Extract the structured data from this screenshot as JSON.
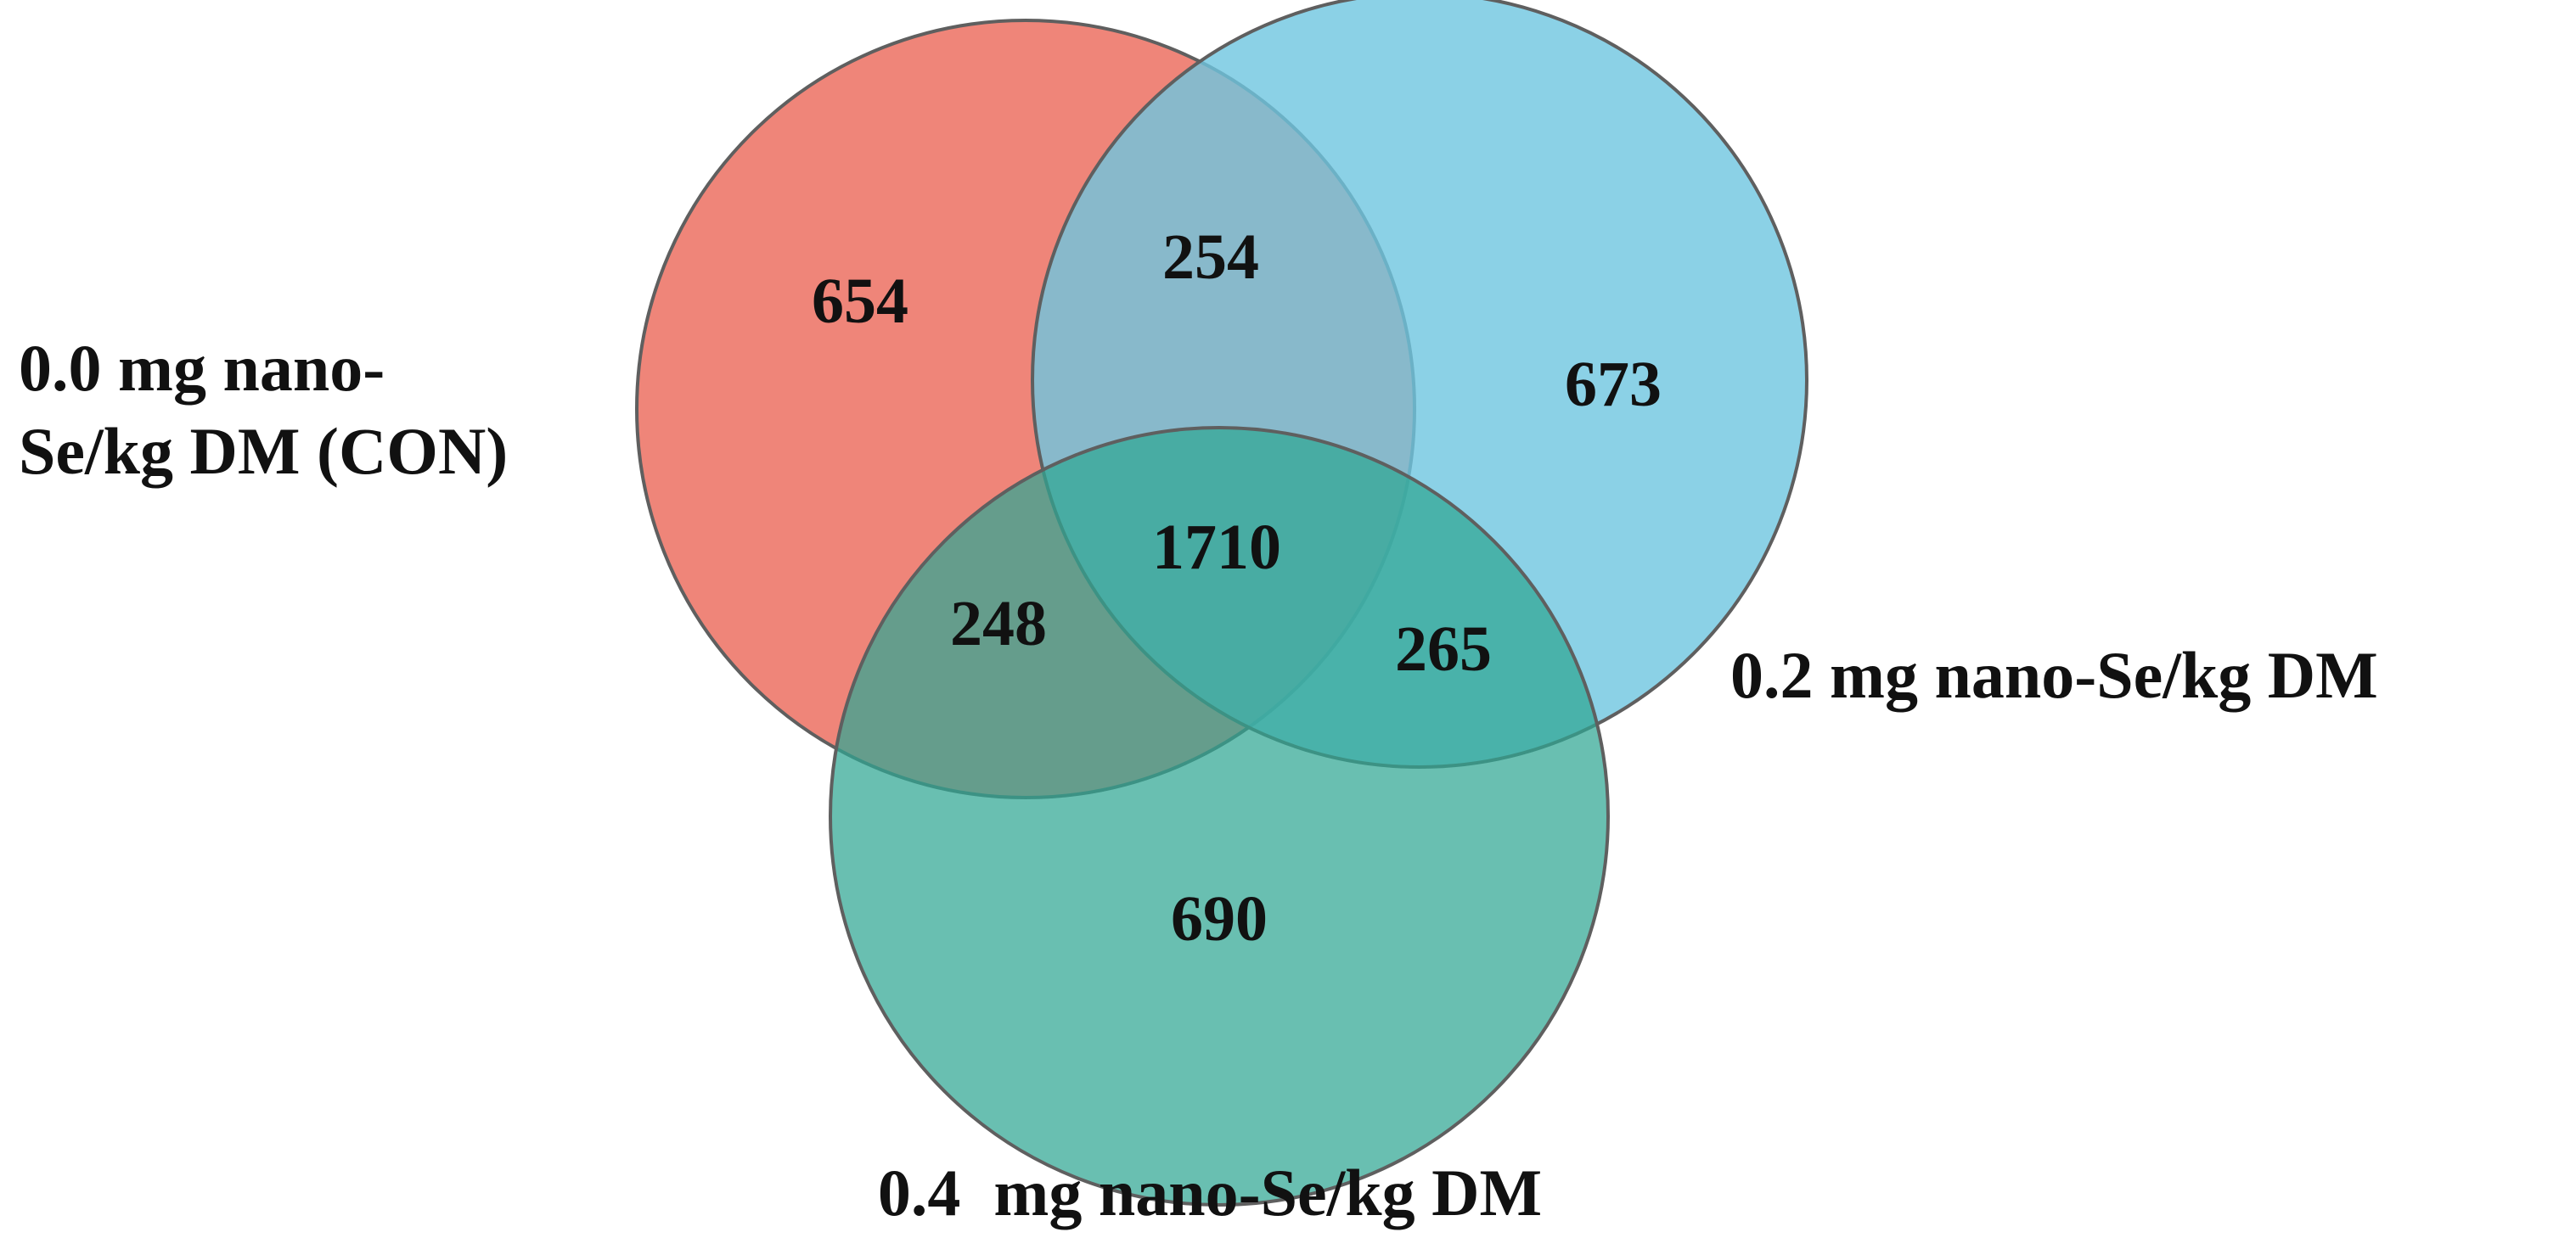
{
  "sets": [
    {
      "id": "A",
      "label_lines": [
        "0.0 mg nano-",
        "Se/kg DM (CON)"
      ],
      "color": "#EC6A5C",
      "opacity": 0.82,
      "stroke": "#5f5f5f"
    },
    {
      "id": "B",
      "label_lines": [
        "0.2 mg nano-Se/kg DM"
      ],
      "color": "#6EC6E0",
      "opacity": 0.8,
      "stroke": "#5f5f5f"
    },
    {
      "id": "C",
      "label_lines": [
        "0.4  mg nano-Se/kg DM"
      ],
      "color": "#2FA693",
      "opacity": 0.72,
      "stroke": "#5f5f5f"
    }
  ],
  "regions": {
    "A_only": "654",
    "B_only": "673",
    "C_only": "690",
    "AB": "254",
    "AC": "248",
    "BC": "265",
    "ABC": "1710"
  }
}
